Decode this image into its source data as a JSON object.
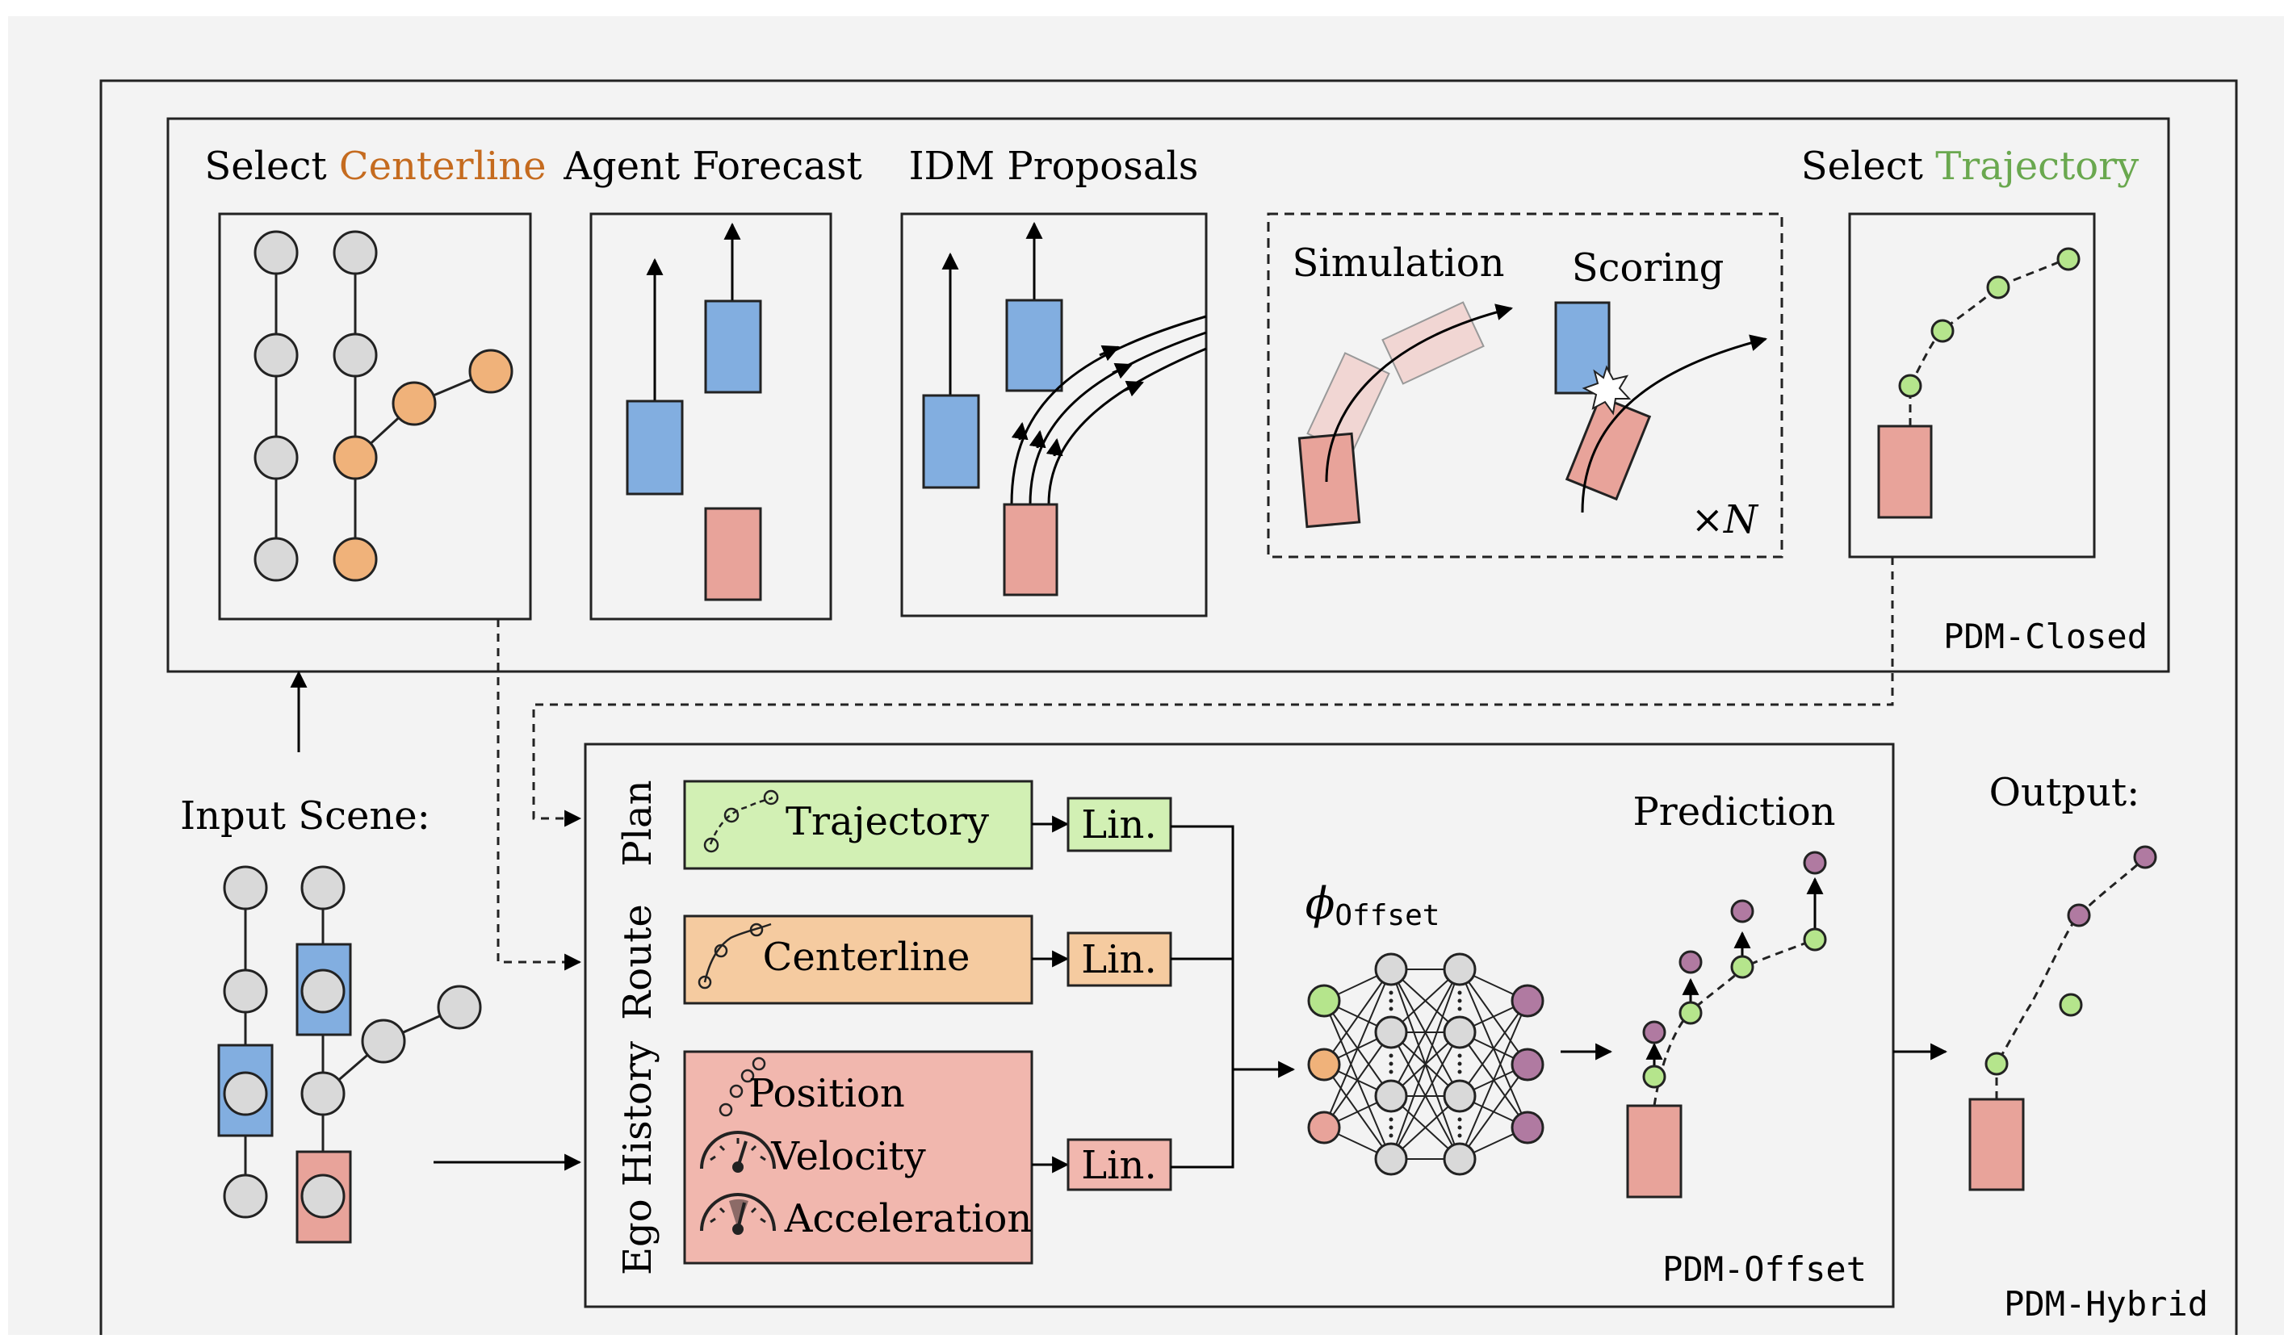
{
  "colors": {
    "background": "#f3f3f3",
    "frame": "#222222",
    "gray_node": "#d9d9d9",
    "orange_node": "#f0b27a",
    "green_node": "#b5e58c",
    "purple_node": "#b07aa1",
    "agent_blue": "#82aee0",
    "ego_red": "#e8a39a",
    "ghost_red": "#f1d6d3",
    "trajectory_fill": "#d2f0b4",
    "centerline_fill": "#f5cba0",
    "ego_history_fill": "#f1b7ae",
    "centerline_accent": "#c56b1f",
    "trajectory_accent": "#6aa84f"
  },
  "top": {
    "select_prefix": "Select",
    "centerline_word": "Centerline",
    "agent_forecast": "Agent Forecast",
    "idm_proposals": "IDM Proposals",
    "simulation": "Simulation",
    "scoring": "Scoring",
    "times_n": "×N",
    "trajectory_word": "Trajectory",
    "module_label": "PDM-Closed"
  },
  "bottom": {
    "input_scene": "Input Scene:",
    "plan": "Plan",
    "route": "Route",
    "ego_history": "Ego History",
    "trajectory": "Trajectory",
    "centerline": "Centerline",
    "position": "Position",
    "velocity": "Velocity",
    "acceleration": "Acceleration",
    "lin": "Lin.",
    "phi": "ϕ",
    "phi_sub": "Offset",
    "prediction": "Prediction",
    "module_label": "PDM-Offset",
    "output": "Output:"
  },
  "outer_label": "PDM-Hybrid"
}
